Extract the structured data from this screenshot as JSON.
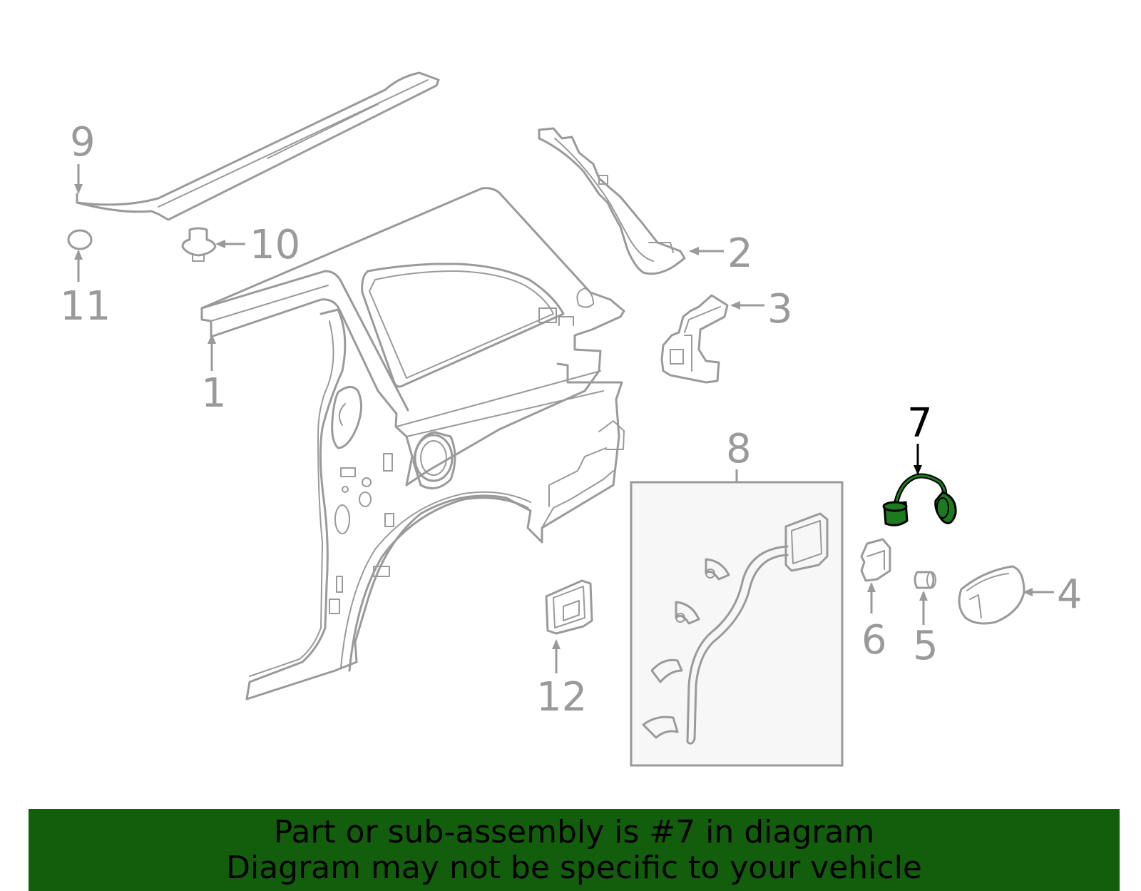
{
  "callouts": {
    "c1": "1",
    "c2": "2",
    "c3": "3",
    "c4": "4",
    "c5": "5",
    "c6": "6",
    "c7": "7",
    "c8": "8",
    "c9": "9",
    "c10": "10",
    "c11": "11",
    "c12": "12"
  },
  "highlighted_part": "7",
  "colors": {
    "part_stroke": "#9a9a9a",
    "highlight_fill": "#1e7a1e",
    "highlight_stroke": "#000000",
    "banner_background": "#135e0c",
    "subassembly_box_fill": "#f7f7f7"
  },
  "banner": {
    "line1": "Part or sub-assembly is #7 in diagram",
    "line2": "Diagram may not be specific to your vehicle"
  }
}
